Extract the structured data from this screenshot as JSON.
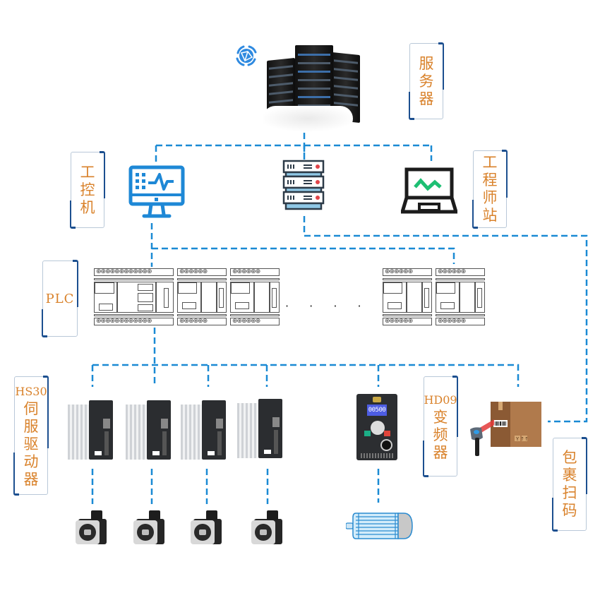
{
  "title": "Industrial control network topology",
  "colors": {
    "connector": "#1a8ad4",
    "label_text": "#d9822b",
    "label_border": "#1c4f8f",
    "icon_blue": "#1e88d6",
    "chart_green": "#1dbf73"
  },
  "layers": [
    {
      "id": "server",
      "label_chars": [
        "服",
        "务",
        "器"
      ],
      "icons": [
        "cloud-network-icon",
        "server-rack-icon"
      ]
    },
    {
      "id": "control",
      "devices": [
        {
          "id": "ipc",
          "label_chars": [
            "工",
            "控",
            "机"
          ],
          "icon": "monitor-waveform-icon"
        },
        {
          "id": "switch",
          "icon": "network-switch-icon"
        },
        {
          "id": "engineer-station",
          "label_chars": [
            "工",
            "程",
            "师",
            "站"
          ],
          "icon": "laptop-chart-icon"
        }
      ]
    },
    {
      "id": "plc",
      "label": "PLC",
      "module_count_shown": 5,
      "ellipsis": "· · · · · ·"
    },
    {
      "id": "field",
      "devices": [
        {
          "id": "servo-drive",
          "label_prefix": "HS30",
          "label_chars": [
            "伺",
            "服",
            "驱",
            "动",
            "器"
          ],
          "count": 4
        },
        {
          "id": "inverter",
          "label_prefix": "HD09",
          "label_chars": [
            "变",
            "频",
            "器"
          ],
          "display_value": "00500"
        },
        {
          "id": "barcode-scanner",
          "label_chars": [
            "包",
            "裹",
            "扫",
            "码"
          ]
        }
      ]
    },
    {
      "id": "actuators",
      "devices": [
        {
          "id": "servo-motor",
          "count": 4
        },
        {
          "id": "ac-motor",
          "count": 1
        }
      ]
    }
  ],
  "plc_terminal_text": {
    "main": "⊕⊕⊕⊕⊕⊕⊕⊕⊕⊕⊕⊕",
    "expansion": "⊕⊕⊕⊕⊕⊕"
  }
}
